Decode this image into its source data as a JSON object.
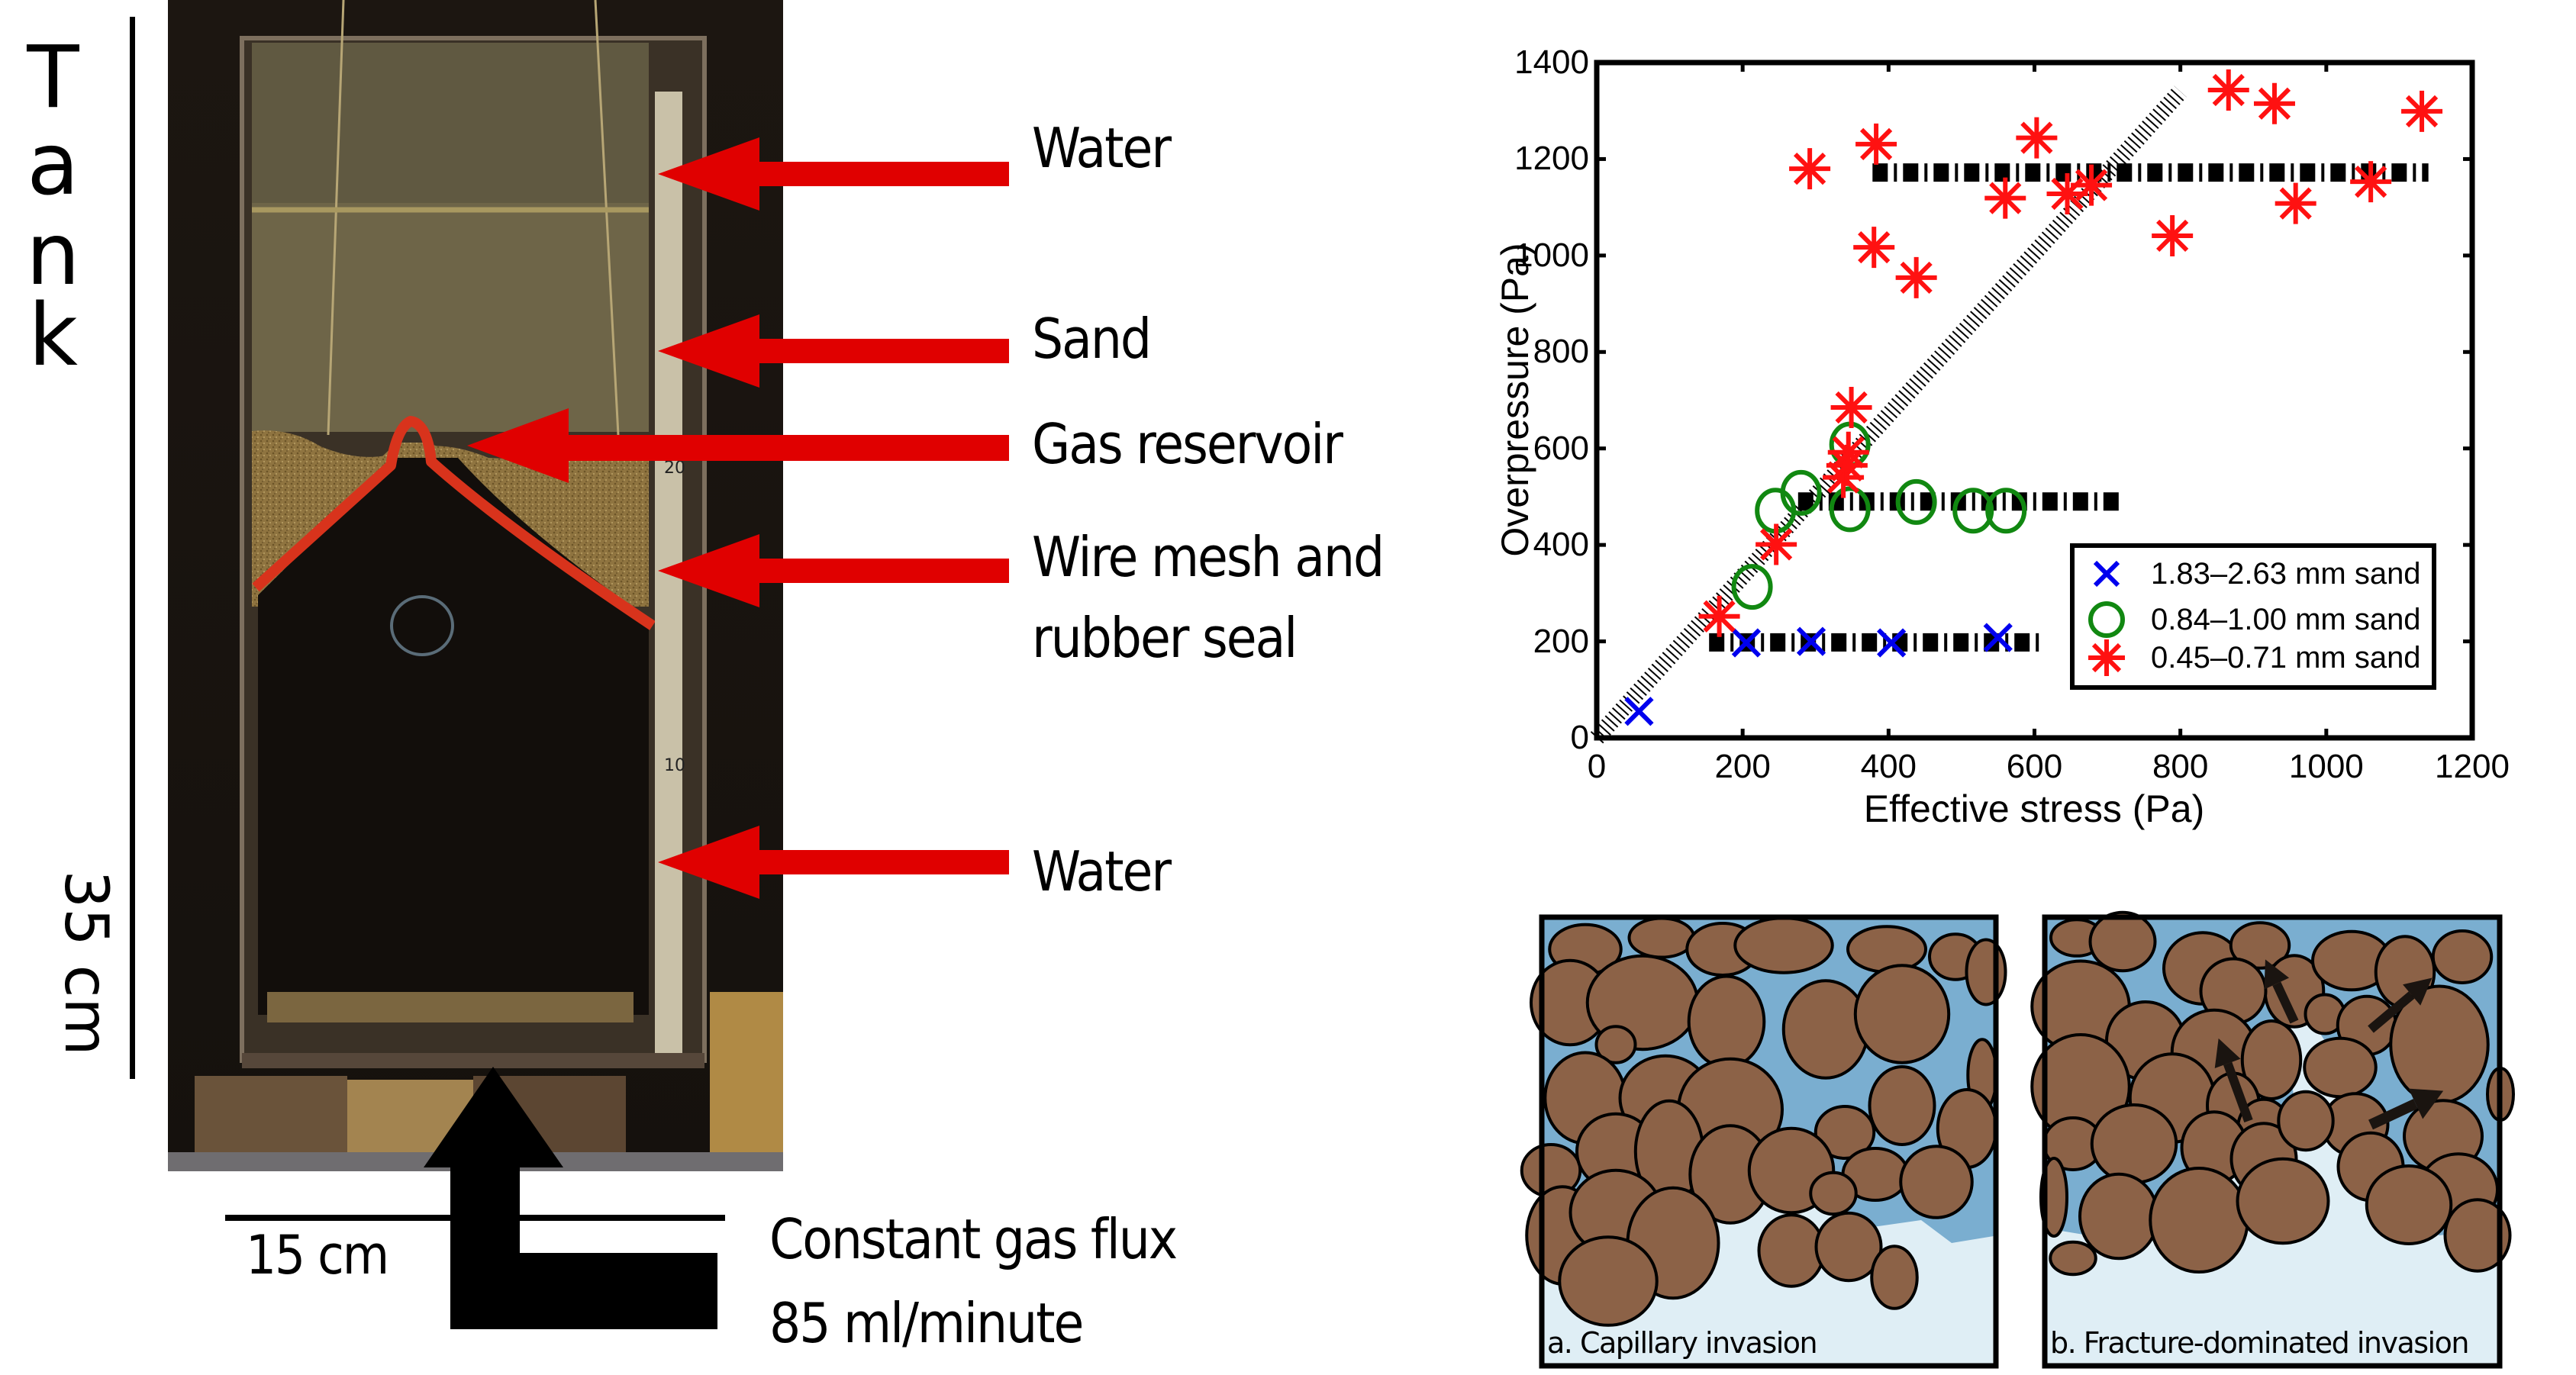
{
  "tank_figure": {
    "side_title_letters": [
      "T",
      "a",
      "n",
      "k"
    ],
    "height_scale_label": "35 cm",
    "width_scale_label": "15 cm",
    "labels": [
      {
        "id": "water-top",
        "text": "Water"
      },
      {
        "id": "sand",
        "text": "Sand"
      },
      {
        "id": "gas-reservoir",
        "text": "Gas reservoir"
      },
      {
        "id": "wire-mesh-line1",
        "text": "Wire mesh and"
      },
      {
        "id": "wire-mesh-line2",
        "text": "rubber seal"
      },
      {
        "id": "water-bottom",
        "text": "Water"
      }
    ],
    "gas_flux_label_line1": "Constant gas flux",
    "gas_flux_label_line2": "85 ml/minute",
    "ruler_marks": [
      "20",
      "10"
    ],
    "arrow_color": "#e00000"
  },
  "chart_data": {
    "type": "scatter",
    "title": "",
    "xlabel": "Effective stress (Pa)",
    "ylabel": "Overpressure (Pa)",
    "xlim": [
      0,
      1200
    ],
    "ylim": [
      0,
      1400
    ],
    "xticks": [
      0,
      200,
      400,
      600,
      800,
      1000,
      1200
    ],
    "yticks": [
      0,
      200,
      400,
      600,
      800,
      1000,
      1200,
      1400
    ],
    "grid": false,
    "legend_position": "lower-right",
    "series": [
      {
        "name": "1.83–2.63 mm sand",
        "marker": "x",
        "color": "#0000ee",
        "points": [
          [
            58,
            55
          ],
          [
            205,
            197
          ],
          [
            294,
            200
          ],
          [
            404,
            197
          ],
          [
            550,
            208
          ]
        ]
      },
      {
        "name": "0.84–1.00 mm sand",
        "marker": "o",
        "color": "#118811",
        "points": [
          [
            213,
            313
          ],
          [
            245,
            471
          ],
          [
            280,
            508
          ],
          [
            347,
            608
          ],
          [
            347,
            474
          ],
          [
            438,
            489
          ],
          [
            516,
            471
          ],
          [
            561,
            471
          ]
        ]
      },
      {
        "name": "0.45–0.71 mm sand",
        "marker": "*",
        "color": "#ff1111",
        "points": [
          [
            168,
            252
          ],
          [
            246,
            401
          ],
          [
            338,
            540
          ],
          [
            343,
            565
          ],
          [
            345,
            592
          ],
          [
            349,
            685
          ],
          [
            292,
            1180
          ],
          [
            383,
            1231
          ],
          [
            603,
            1244
          ],
          [
            866,
            1343
          ],
          [
            929,
            1315
          ],
          [
            1131,
            1299
          ],
          [
            560,
            1119
          ],
          [
            645,
            1128
          ],
          [
            678,
            1146
          ],
          [
            958,
            1108
          ],
          [
            1061,
            1153
          ],
          [
            789,
            1041
          ],
          [
            380,
            1017
          ],
          [
            438,
            954
          ]
        ]
      }
    ],
    "reference_lines": [
      {
        "name": "capillary-threshold-coarse",
        "style": "dash-dot",
        "y": 198,
        "x_range": [
          154,
          606
        ]
      },
      {
        "name": "capillary-threshold-medium",
        "style": "dash-dot",
        "y": 490,
        "x_range": [
          276,
          716
        ]
      },
      {
        "name": "capillary-threshold-fine",
        "style": "dash-dot",
        "y": 1172,
        "x_range": [
          378,
          1140
        ]
      },
      {
        "name": "one-to-one-trend",
        "style": "hatched",
        "points": [
          [
            0,
            0
          ],
          [
            800,
            1340
          ]
        ]
      }
    ]
  },
  "invasion_panels": [
    {
      "caption": "a. Capillary invasion",
      "water_color": "#7aaed0",
      "gas_color": "#dfeef5",
      "grain_color": "#8c6247"
    },
    {
      "caption": "b. Fracture-dominated invasion",
      "water_color": "#7aaed0",
      "gas_color": "#dfeef5",
      "grain_color": "#8c6247"
    }
  ]
}
